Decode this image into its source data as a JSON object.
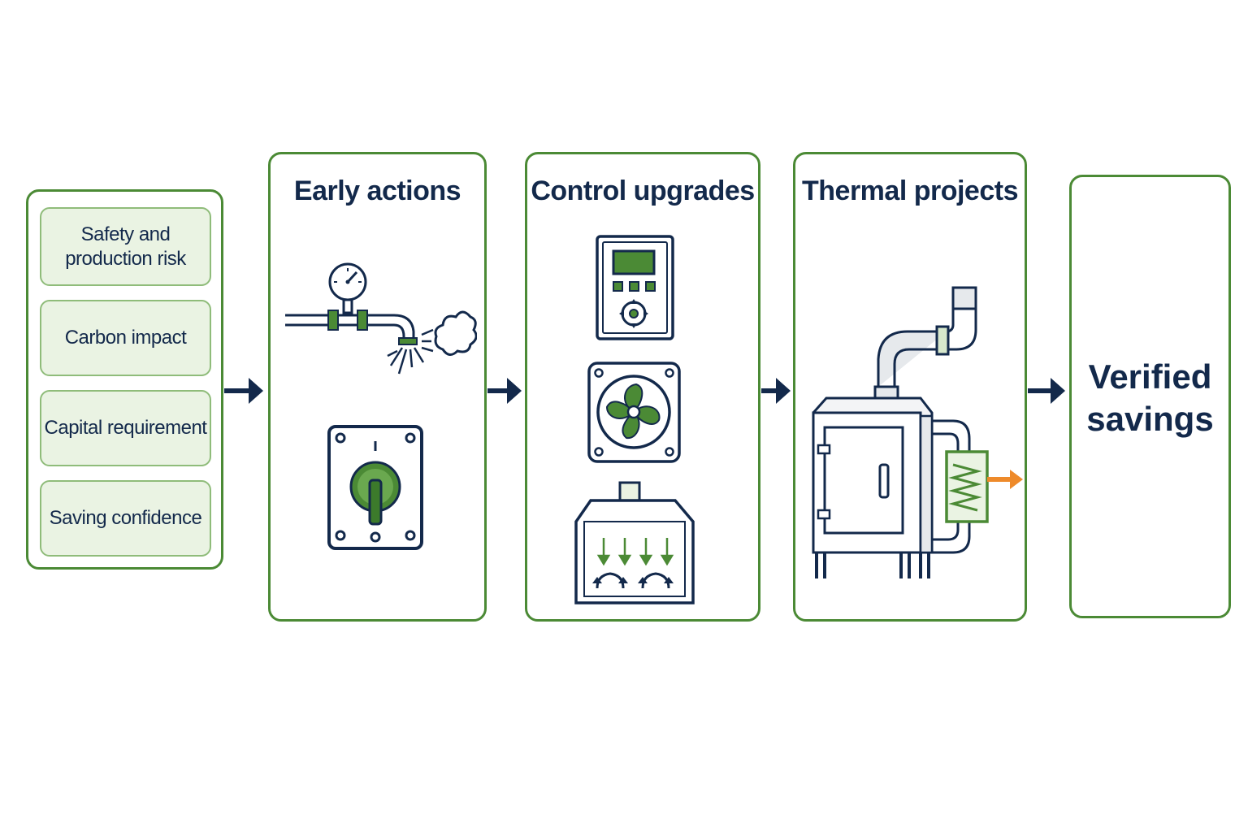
{
  "criteria": {
    "items": [
      {
        "label": "Safety and\nproduction risk"
      },
      {
        "label": "Carbon impact"
      },
      {
        "label": "Capital requirement"
      },
      {
        "label": "Saving confidence"
      }
    ]
  },
  "stages": {
    "early": {
      "title": "Early actions"
    },
    "control": {
      "title": "Control upgrades"
    },
    "thermal": {
      "title": "Thermal projects"
    },
    "verified": {
      "title": "Verified\nsavings"
    }
  },
  "colors": {
    "navy": "#13294b",
    "green": "#4b8a35",
    "light_green": "#eaf3e3",
    "orange": "#ee8a2a"
  },
  "icons": [
    "steam-leak-icon",
    "isolation-switch-icon",
    "controller-icon",
    "fan-icon",
    "burner-airflow-icon",
    "heat-recovery-oven-icon"
  ]
}
